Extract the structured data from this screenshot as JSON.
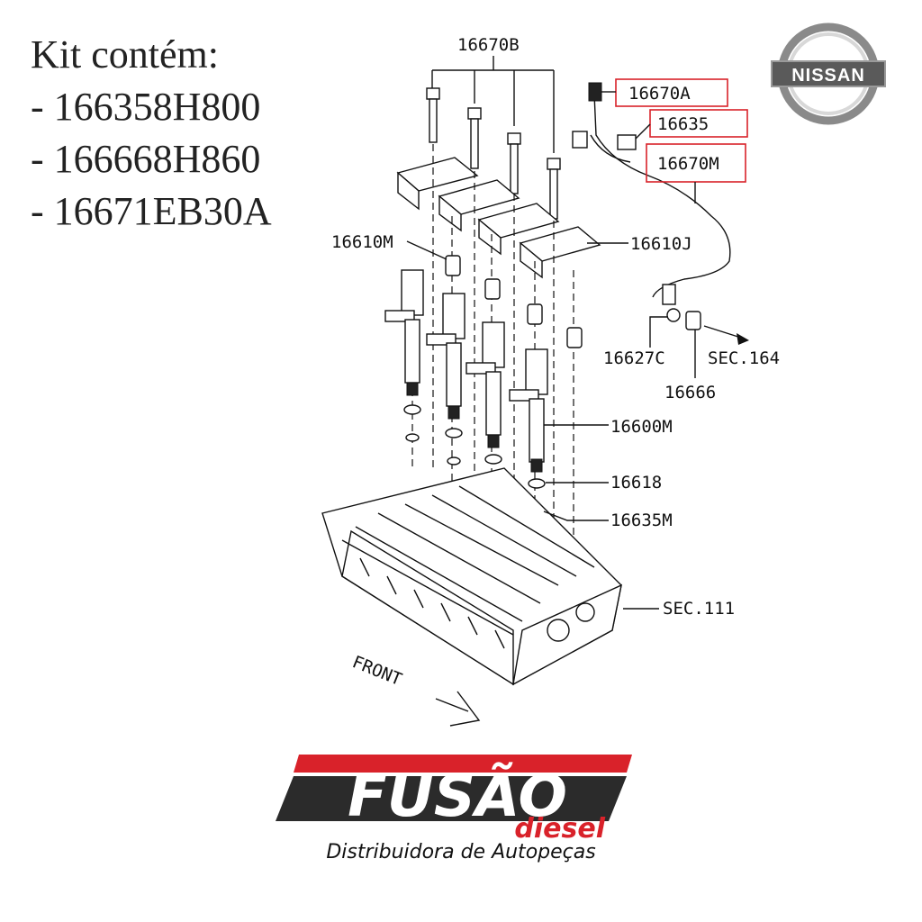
{
  "kit": {
    "title": "Kit contém:",
    "items": [
      "- 166358H800",
      "- 166668H860",
      "- 16671EB30A"
    ]
  },
  "diagram": {
    "labels": {
      "bolts_top": "16670B",
      "connector_a": "16670A",
      "clip": "16635",
      "harness": "16670M",
      "seal_left": "16610M",
      "clamp_right": "16610J",
      "pipe_seal": "16627C",
      "sec_164": "SEC.164",
      "nut": "16666",
      "injector": "16600M",
      "washer": "16618",
      "ring": "16635M",
      "sec_111": "SEC.111",
      "front": "FRONT"
    },
    "highlighted": [
      "16670A",
      "16635",
      "16670M"
    ],
    "highlight_color": "#d9222a"
  },
  "brand": {
    "nissan": "NISSAN",
    "logo_main": "FUSÃO",
    "logo_sub": "diesel",
    "tagline": "Distribuidora de Autopeças",
    "red": "#d9222a",
    "dark": "#2b2b2b"
  }
}
